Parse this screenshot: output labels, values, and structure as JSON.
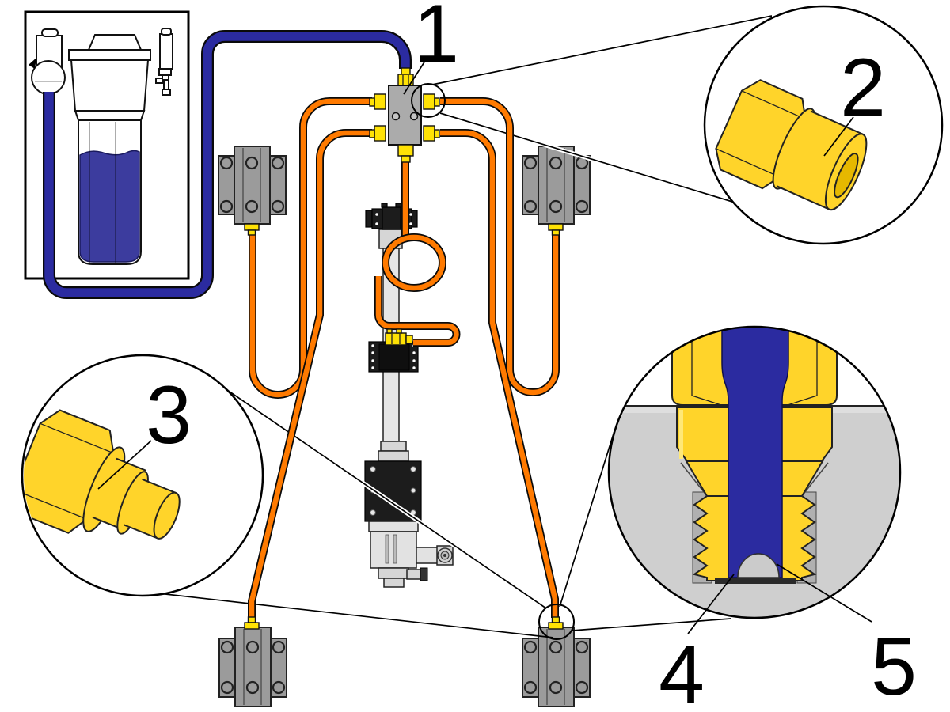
{
  "diagram": {
    "type": "technical-illustration",
    "subject": "central-lubrication-system-tubing-diagram",
    "callouts": [
      {
        "number": "1",
        "label": "junction-block-manifold"
      },
      {
        "number": "2",
        "label": "straight-compression-fitting-detail"
      },
      {
        "number": "3",
        "label": "reducer-push-in-fitting-detail"
      },
      {
        "number": "4",
        "label": "fitting-thread-engagement-cross-section"
      },
      {
        "number": "5",
        "label": "port-hole-bottom-clearance"
      }
    ],
    "components": [
      "oil-filter-reservoir-unit",
      "junction-manifold",
      "linear-bearing-block-top-left",
      "linear-bearing-block-top-right",
      "linear-bearing-block-bottom-left",
      "linear-bearing-block-bottom-right",
      "metering-valve-on-shaft",
      "pump-motor-assembly",
      "blue-supply-tube",
      "orange-feed-tubes"
    ]
  },
  "colors": {
    "orange": "#FF7A00",
    "blue": "#2B2BA0",
    "liquid": "#3C3C9E",
    "yellow-gold": "#FFD42A",
    "yellow-small": "#FFE205",
    "gray-block": "#9B9B9B",
    "gray-manifold": "#ABABAB",
    "gray-housing": "#CFCFCF"
  }
}
